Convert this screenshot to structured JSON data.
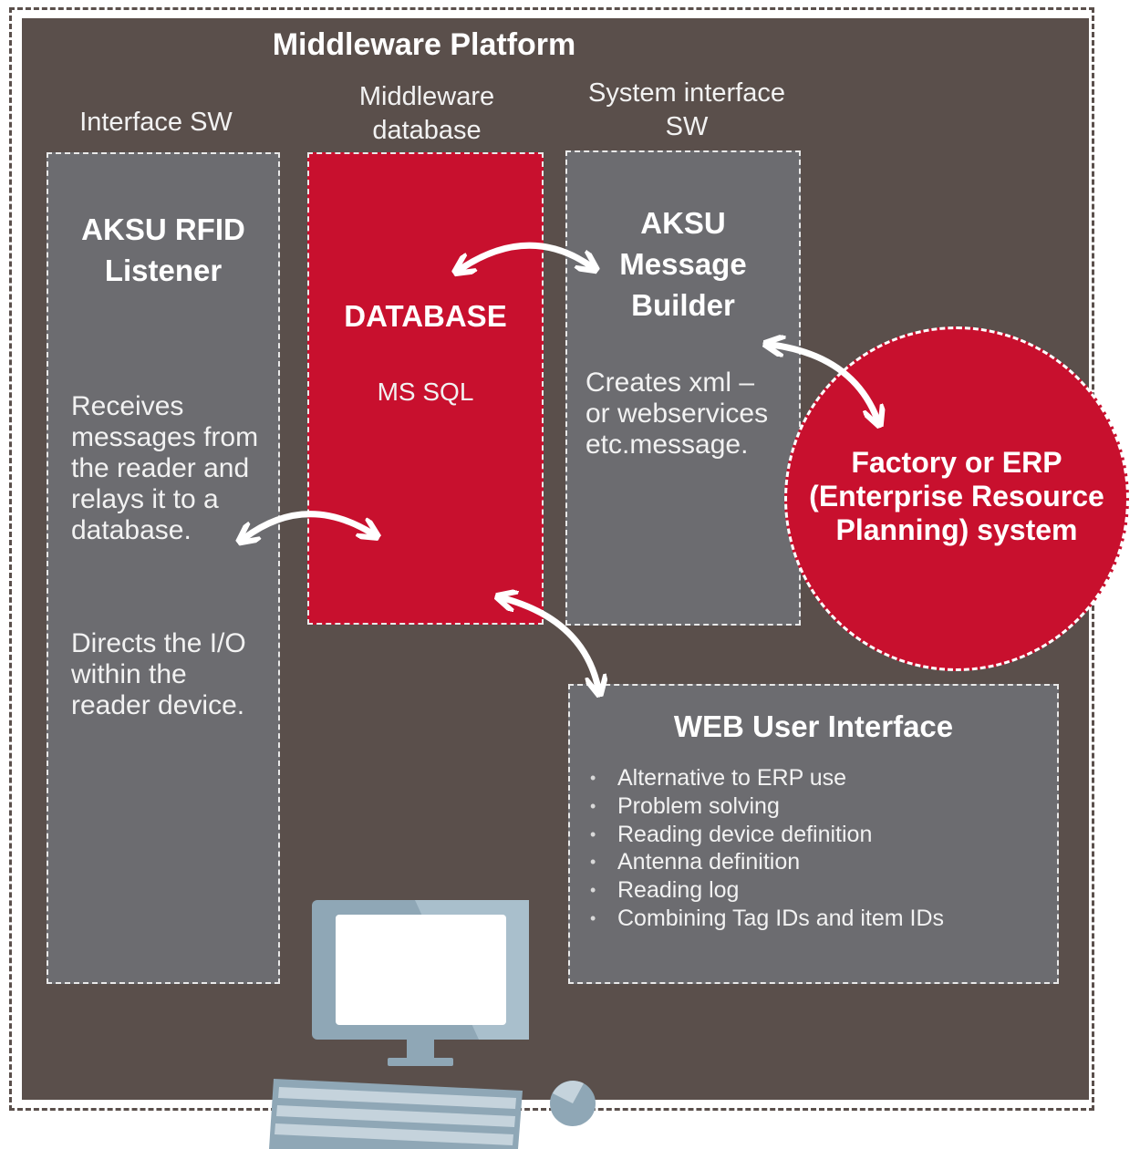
{
  "title": "Middleware Platform",
  "columns": {
    "interface_sw": "Interface SW",
    "middleware_database": [
      "Middleware",
      "database"
    ],
    "system_interface_sw": [
      "System interface",
      "SW"
    ]
  },
  "listener": {
    "title": [
      "AKSU RFID",
      "Listener"
    ],
    "desc1": [
      "Receives",
      "messages from",
      "the reader and",
      "relays it to a",
      "database."
    ],
    "desc2": [
      "Directs the I/O",
      "within the",
      "reader device."
    ]
  },
  "database": {
    "title": "DATABASE",
    "subtitle": "MS SQL"
  },
  "message_builder": {
    "title": [
      "AKSU",
      "Message",
      "Builder"
    ],
    "desc": [
      "Creates xml –",
      "or webservices",
      "etc.message."
    ]
  },
  "erp": {
    "lines": [
      "Factory or ERP",
      "(Enterprise Resource",
      "Planning) system"
    ]
  },
  "web_ui": {
    "title": "WEB User Interface",
    "items": [
      "Alternative to ERP use",
      "Problem solving",
      "Reading device definition",
      "Antenna definition",
      "Reading log",
      "Combining Tag IDs and item IDs"
    ]
  },
  "colors": {
    "platform_bg": "#5a4f4b",
    "box_grey": "#6c6c70",
    "accent_red": "#c8102e"
  },
  "icons": [
    "computer-monitor-icon",
    "keyboard-icon",
    "mouse-icon"
  ]
}
